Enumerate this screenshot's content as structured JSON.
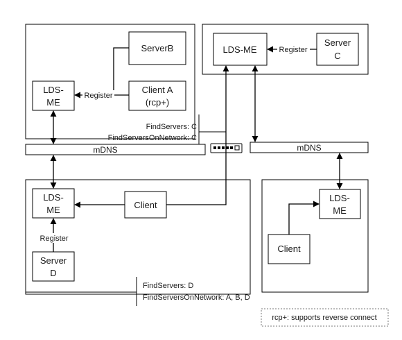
{
  "diagram": {
    "nodes": {
      "server_b": "ServerB",
      "client_a_line1": "Client A",
      "client_a_line2": "(rcp+)",
      "lds_me_a_line1": "LDS-",
      "lds_me_a_line2": "ME",
      "lds_me_c": "LDS-ME",
      "server_c_line1": "Server",
      "server_c_line2": "C",
      "lds_me_d_line1": "LDS-",
      "lds_me_d_line2": "ME",
      "client_mid": "Client",
      "server_d_line1": "Server",
      "server_d_line2": "D",
      "lds_me_e_line1": "LDS-",
      "lds_me_e_line2": "ME",
      "client_e": "Client"
    },
    "edge_labels": {
      "register_a": "Register",
      "register_c": "Register",
      "register_d": "Register"
    },
    "buses": {
      "mdns_left": "mDNS",
      "mdns_right": "mDNS"
    },
    "annotations": {
      "top_find_servers": "FindServers: C",
      "top_find_servers_on_network": "FindServersOnNetwork: C",
      "bottom_find_servers": "FindServers: D",
      "bottom_find_servers_on_network": "FindServersOnNetwork: A, B, D"
    },
    "legend": "rcp+: supports reverse connect"
  }
}
